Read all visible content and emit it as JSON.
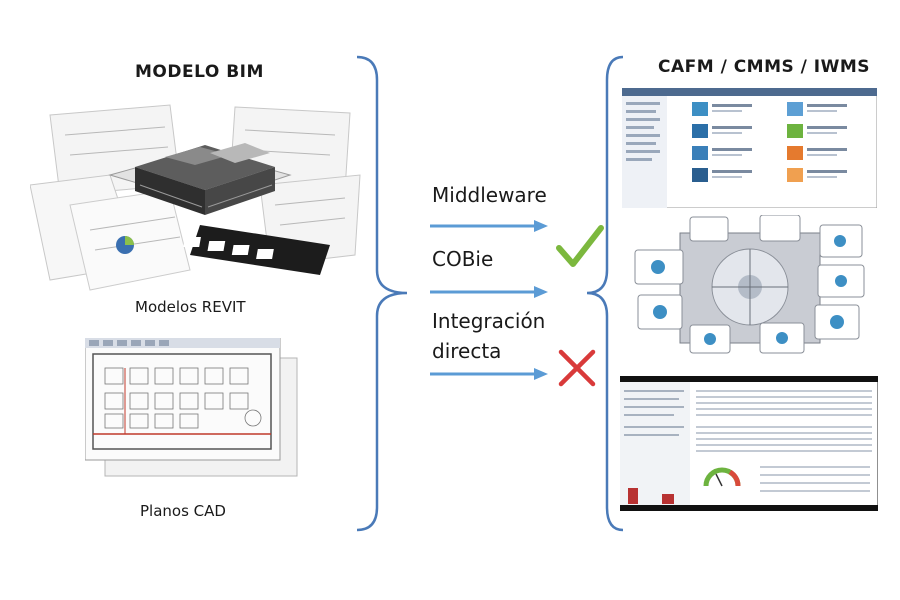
{
  "left": {
    "title": "MODELO  BIM",
    "caption_revit": "Modelos   REVIT",
    "caption_cad": "Planos  CAD"
  },
  "right": {
    "title": "CAFM / CMMS / IWMS"
  },
  "middle": {
    "options": [
      {
        "label": "Middleware",
        "status": "none"
      },
      {
        "label": "COBie",
        "status": "check-icon"
      },
      {
        "label_line1": "Integración",
        "label_line2": "directa",
        "status": "cross-icon"
      }
    ]
  },
  "colors": {
    "arrow": "#5b9bd5",
    "bracket": "#4a7ab8",
    "check": "#7cb83e",
    "cross": "#d93a3a",
    "cad_red": "#c0392b"
  }
}
